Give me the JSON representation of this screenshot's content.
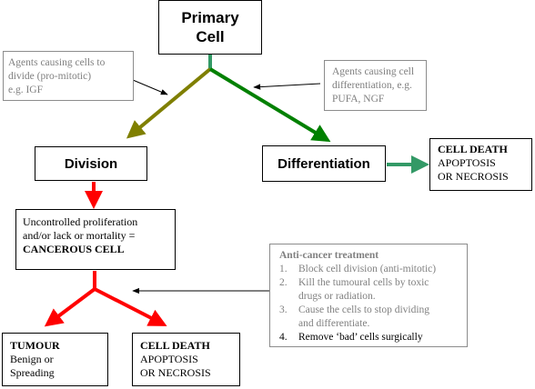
{
  "primary_cell": {
    "line1": "Primary",
    "line2": "Cell"
  },
  "pro_mitotic_note": {
    "line1": "Agents causing cells to",
    "line2": "divide (pro-mitotic)",
    "line3": "e.g. IGF"
  },
  "differentiation_note": {
    "line1": "Agents causing cell",
    "line2": "differentiation, e.g.",
    "line3": "PUFA, NGF"
  },
  "division": {
    "label": "Division"
  },
  "differentiation": {
    "label": "Differentiation"
  },
  "cell_death_top": {
    "title": "CELL DEATH",
    "line2": "APOPTOSIS",
    "line3": "OR NECROSIS"
  },
  "proliferation": {
    "line1": "Uncontrolled proliferation",
    "line2": "and/or lack or mortality =",
    "line3": "CANCEROUS CELL"
  },
  "anti_cancer": {
    "title": "Anti-cancer treatment",
    "items": [
      {
        "num": "1.",
        "lines": [
          "Block cell division (anti-mitotic)"
        ]
      },
      {
        "num": "2.",
        "lines": [
          "Kill the tumoural cells by toxic",
          "drugs or radiation."
        ]
      },
      {
        "num": "3.",
        "lines": [
          "Cause the cells to stop dividing",
          "and differentiate."
        ]
      },
      {
        "num": "4.",
        "lines": [
          "Remove ‘bad’ cells surgically"
        ]
      }
    ]
  },
  "tumour": {
    "title": "TUMOUR",
    "line2": "Benign or",
    "line3": "Spreading"
  },
  "cell_death_bottom": {
    "title": "CELL DEATH",
    "line2": "APOPTOSIS",
    "line3": "OR NECROSIS"
  },
  "colors": {
    "olive": "#7f7f00",
    "green": "#008000",
    "teal": "#339966",
    "red": "#ff0000",
    "grey_text": "#808080"
  }
}
